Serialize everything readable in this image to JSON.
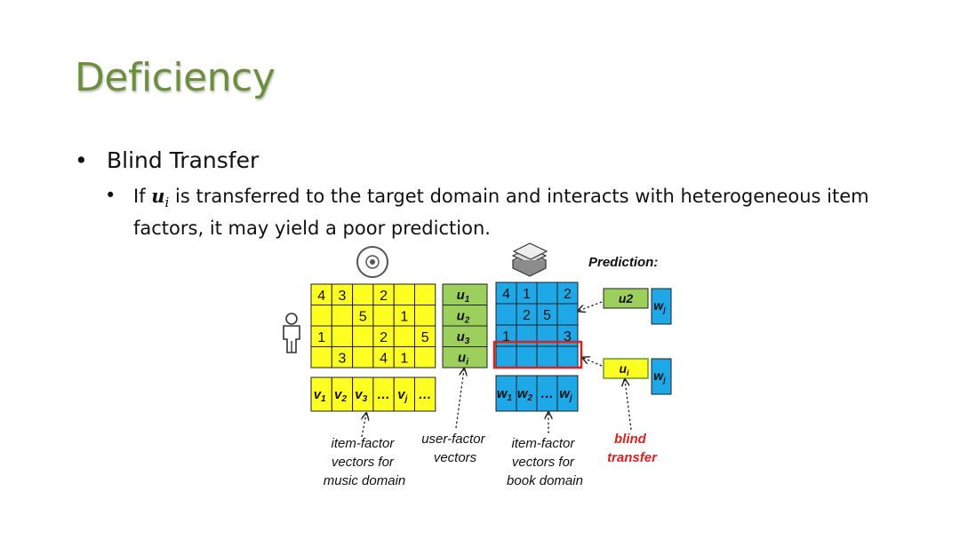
{
  "slide": {
    "title": "Deficiency",
    "bullet1": "Blind Transfer",
    "bullet2": {
      "prefix": "If ",
      "math_u": "u",
      "math_sub": "i",
      "suffix": " is transferred to the target domain and interacts with heterogeneous item factors, it may yield a poor prediction."
    }
  },
  "diagram": {
    "colors": {
      "music": "#ffff22",
      "book": "#1ea8e8",
      "user_factor": "#9ccf5c",
      "alert": "#e02020"
    },
    "prediction_label": "Prediction:",
    "music_matrix": [
      [
        "4",
        "3",
        "",
        "2",
        "",
        ""
      ],
      [
        "",
        "",
        "5",
        "",
        "1",
        ""
      ],
      [
        "1",
        "",
        "",
        "2",
        "",
        "5"
      ],
      [
        "",
        "3",
        "",
        "4",
        "1",
        ""
      ]
    ],
    "music_item_vectors": [
      {
        "main": "v",
        "sub": "1"
      },
      {
        "main": "v",
        "sub": "2"
      },
      {
        "main": "v",
        "sub": "3"
      },
      {
        "main": "…",
        "sub": ""
      },
      {
        "main": "v",
        "sub": "j"
      },
      {
        "main": "…",
        "sub": ""
      }
    ],
    "user_vectors": [
      {
        "main": "u",
        "sub": "1"
      },
      {
        "main": "u",
        "sub": "2"
      },
      {
        "main": "u",
        "sub": "3"
      },
      {
        "main": "u",
        "sub": "i"
      }
    ],
    "book_matrix": [
      [
        "4",
        "1",
        "",
        "2"
      ],
      [
        "",
        "2",
        "5",
        ""
      ],
      [
        "1",
        "",
        "",
        "3"
      ],
      [
        "",
        "",
        "",
        ""
      ]
    ],
    "book_item_vectors": [
      {
        "main": "w",
        "sub": "1"
      },
      {
        "main": "w",
        "sub": "2"
      },
      {
        "main": "…",
        "sub": ""
      },
      {
        "main": "w",
        "sub": "j"
      }
    ],
    "pred_top": {
      "user": "u2",
      "item_main": "w",
      "item_sub": "j"
    },
    "pred_bottom": {
      "user_main": "u",
      "user_sub": "i",
      "item_main": "w",
      "item_sub": "j"
    },
    "labels": {
      "music_items": [
        "item-factor",
        "vectors for",
        "music domain"
      ],
      "user_factors": [
        "user-factor",
        "vectors"
      ],
      "book_items": [
        "item-factor",
        "vectors for",
        "book domain"
      ],
      "blind": [
        "blind",
        "transfer"
      ]
    }
  }
}
